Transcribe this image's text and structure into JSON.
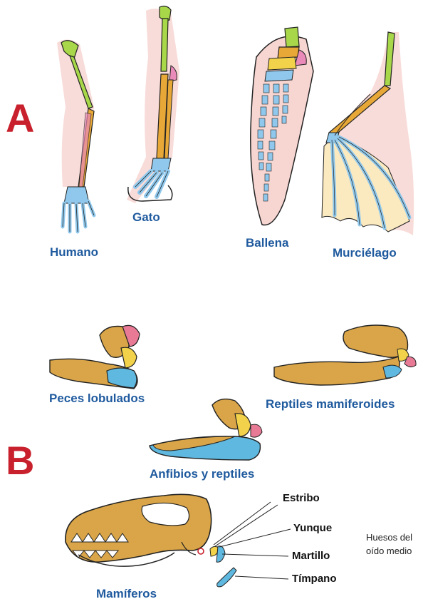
{
  "section_a": {
    "letter": "A",
    "labels": {
      "human": "Humano",
      "cat": "Gato",
      "whale": "Ballena",
      "bat": "Murciélago"
    }
  },
  "section_b": {
    "letter": "B",
    "labels": {
      "lobed_fish": "Peces lobulados",
      "mammal_like_reptiles": "Reptiles mamiferoides",
      "amphibians_reptiles": "Anfibios y reptiles",
      "mammals": "Mamíferos"
    },
    "ear_bones": {
      "stapes": "Estribo",
      "incus": "Yunque",
      "malleus": "Martillo",
      "eardrum": "Tímpano"
    },
    "ear_note_line1": "Huesos del",
    "ear_note_line2": "oído medio"
  },
  "colors": {
    "humerus": "#a8d84a",
    "radius_ulna": "#e8a838",
    "forearm_pink": "#e98ab8",
    "carpals_yellow": "#f2d24a",
    "digits_blue": "#8fc8ec",
    "skin": "#f7d6d2",
    "bat_membrane": "#fbe9c0",
    "jaw_tan": "#d9a548",
    "ear_pink": "#e87a96",
    "ear_blue": "#5fb8e0",
    "label_blue": "#1f5a9e",
    "letter_red": "#c8202c"
  }
}
